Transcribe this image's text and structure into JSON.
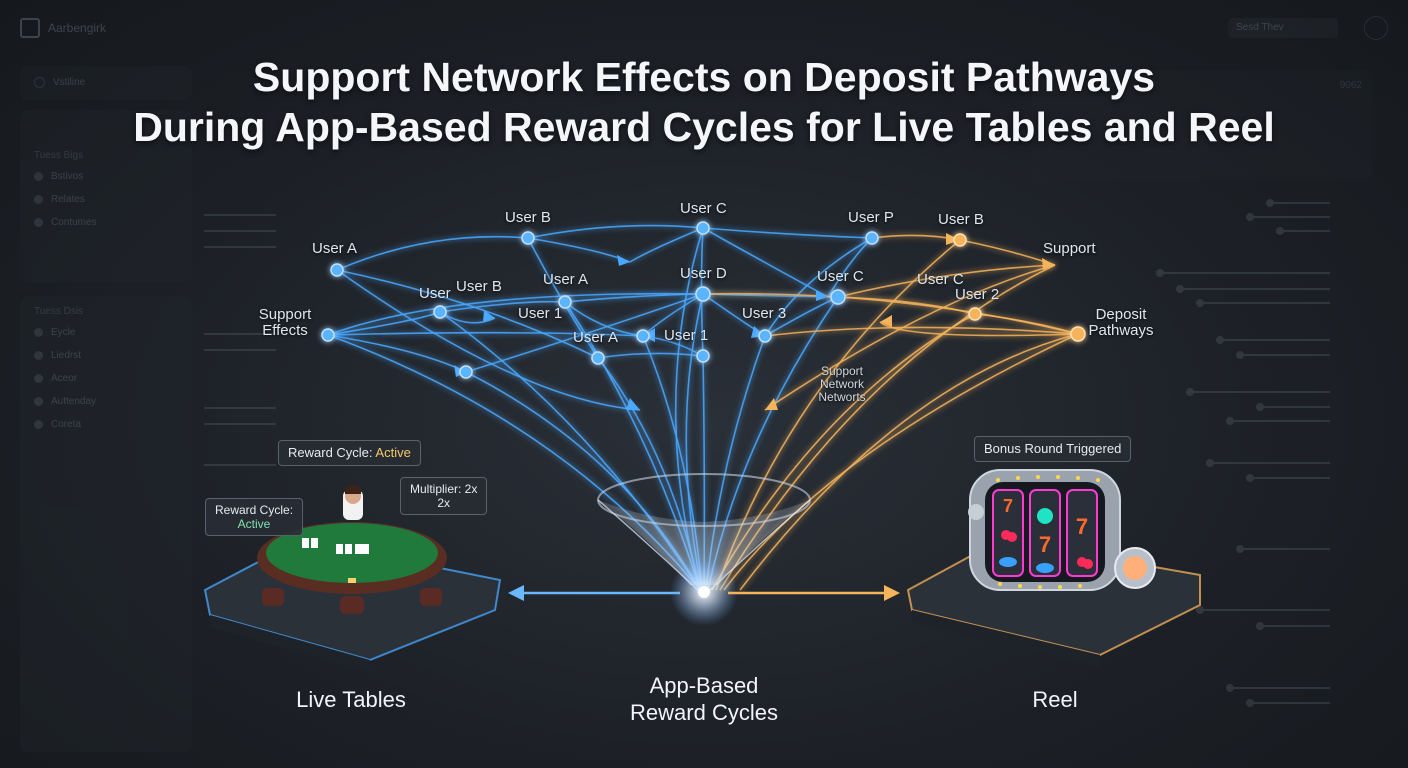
{
  "background": {
    "app_name": "Aarbengirk",
    "top_dropdown": "Sesd Thev",
    "sidebar_search": "Vstiline",
    "sidebar_section1": "Tuess Bigs",
    "sidebar_items1": [
      "Bstivos",
      "Relates",
      "Contumes"
    ],
    "sidebar_section2": "Tuess Dsis",
    "sidebar_items2": [
      "Eycle",
      "Liedrst",
      "Aceor",
      "Auttenday",
      "Coreta"
    ],
    "right_panel_value": "9062"
  },
  "title": {
    "line1": "Support Network Effects on Deposit Pathways",
    "line2": "During App-Based Reward Cycles for Live Tables and Reel"
  },
  "nodes": {
    "user_a_left": "User A",
    "user_b_top": "User B",
    "user_c_top": "User C",
    "user_p": "User P",
    "user_b_right": "User B",
    "support_right": "Support",
    "support_effects": "Support\nEffects",
    "user_left": "User",
    "user_b_mid": "User B",
    "user_a_mid": "User A",
    "user_d": "User D",
    "user_c_mid": "User C",
    "user_c_right": "User C",
    "user_2": "User 2",
    "deposit_pathways": "Deposit\nPathways",
    "user_1_left": "User 1",
    "user_a_low": "User A",
    "user_1_center": "User 1",
    "user_3": "User 3",
    "support_network": "Support\nNetwork\nNetworts"
  },
  "badges": {
    "reward_cycle_top_prefix": "Reward Cycle: ",
    "reward_cycle_top_value": "Active",
    "reward_cycle_left_prefix": "Reward Cycle:",
    "reward_cycle_left_value": "Active",
    "multiplier_line1": "Multiplier: 2x",
    "multiplier_line2": "2x",
    "bonus_round": "Bonus Round Triggered"
  },
  "captions": {
    "live_tables": "Live Tables",
    "app_based_line1": "App-Based",
    "app_based_line2": "Reward Cycles",
    "reel": "Reel"
  },
  "colors": {
    "blue_accent": "#4aa8ff",
    "orange_accent": "#f5b35c",
    "felt_green": "#1f7a3c"
  },
  "icons": [
    "seven-icon",
    "cherry-icon",
    "card-icon"
  ]
}
